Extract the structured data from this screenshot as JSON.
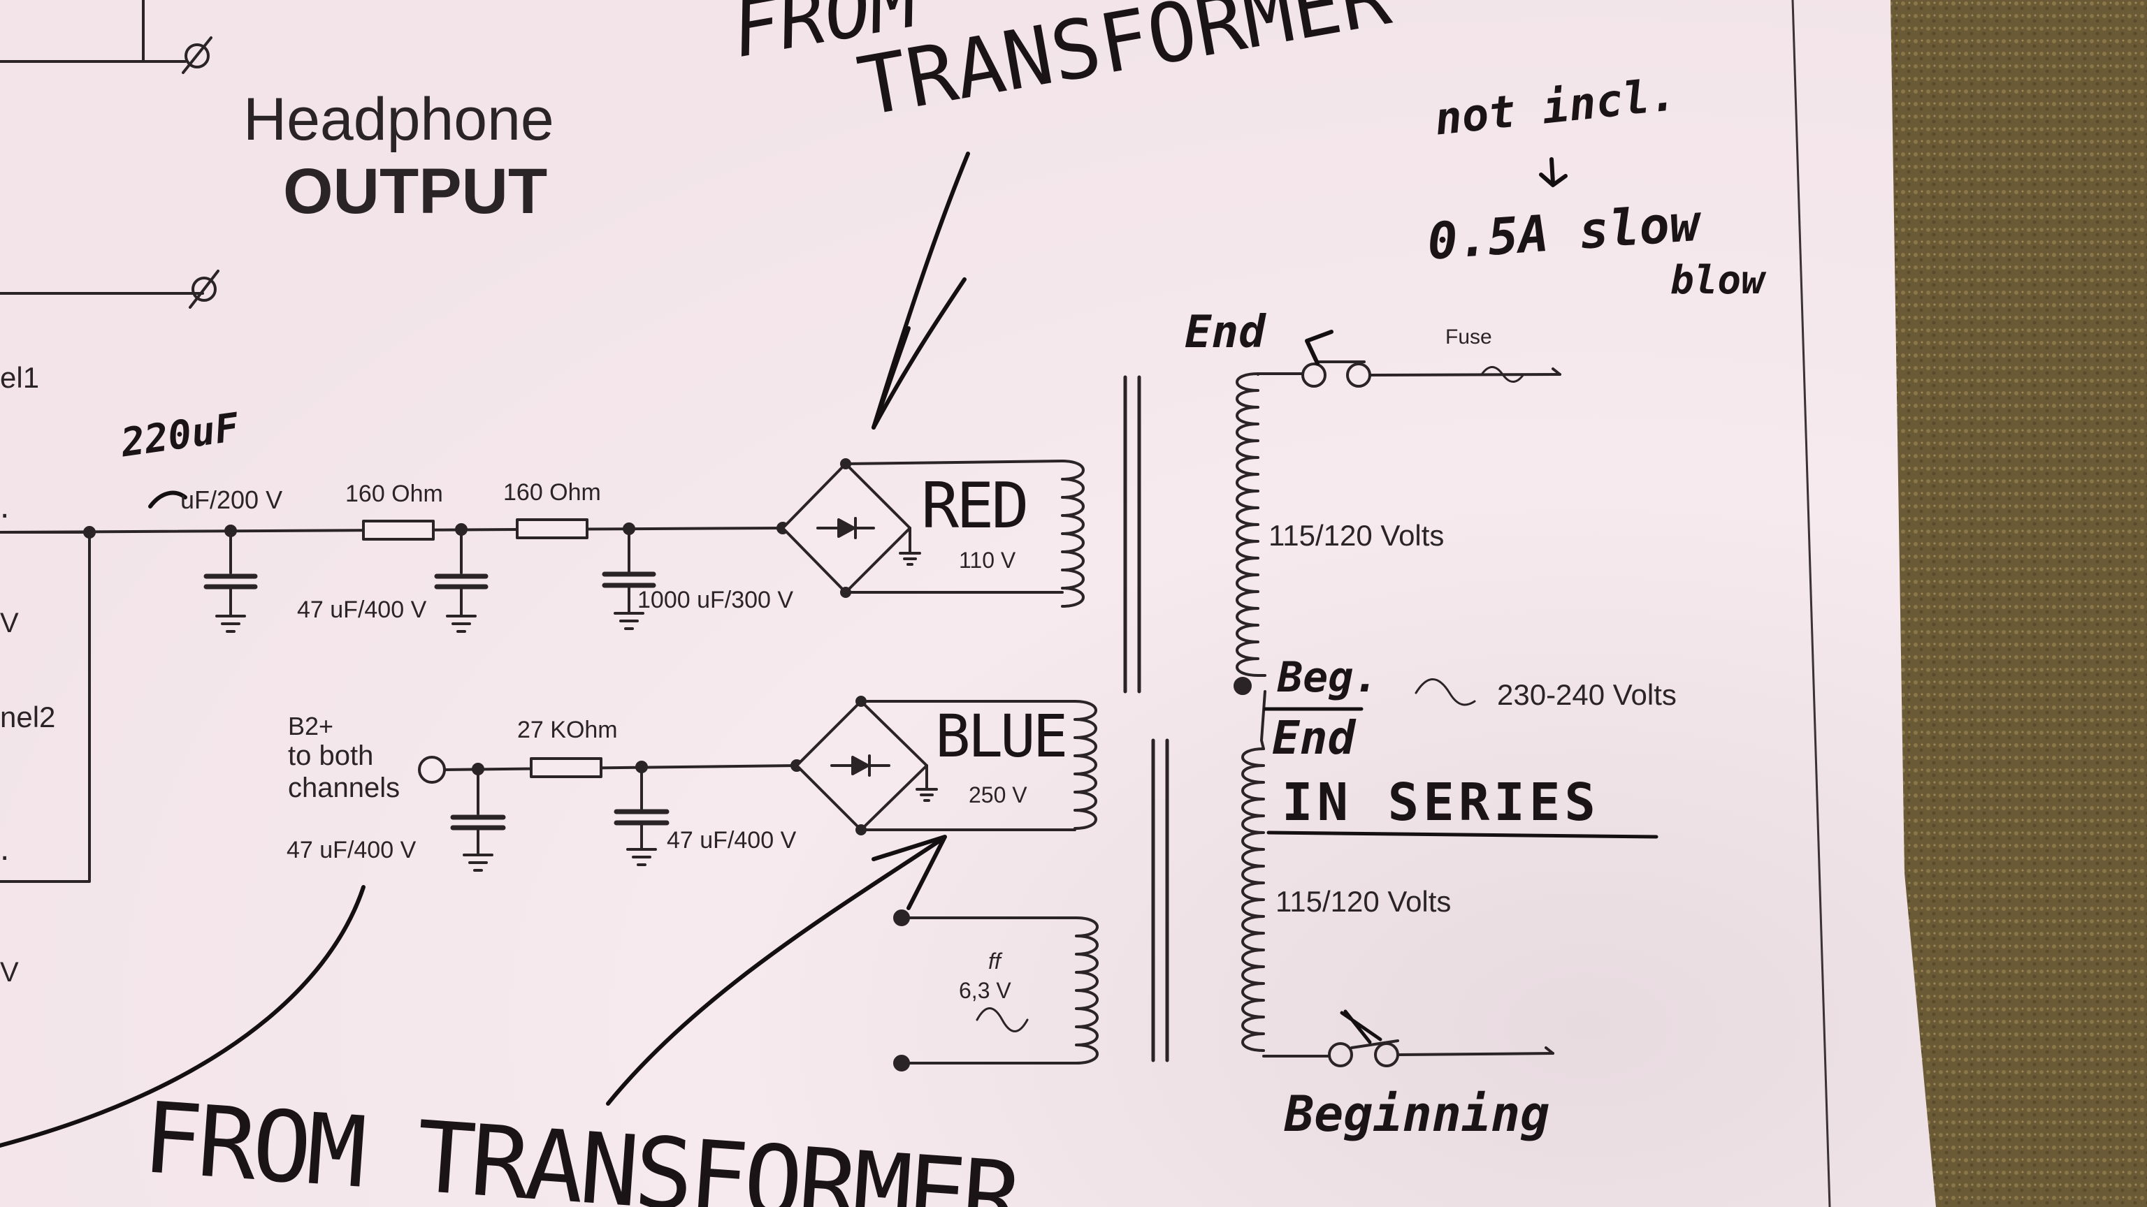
{
  "printed": {
    "title_line1": "Headphone",
    "title_line2": "OUTPUT",
    "frag_el1": "el1",
    "frag_v1": "V",
    "frag_el2": "nel2",
    "frag_dot1": ".",
    "frag_dot2": ".",
    "frag_v2": "V",
    "cap_main": "uF/200  V",
    "res1": "160 Ohm",
    "res2": "160 Ohm",
    "cap2": "47  uF/400  V",
    "cap3": "1000  uF/300  V",
    "sec1_voltage": "110  V",
    "b2_line1": "B2+",
    "b2_line2": "to both",
    "b2_line3": "channels",
    "res3": "27 KOhm",
    "cap4": "47  uF/400  V",
    "cap5": "47  uF/400  V",
    "sec2_voltage": "250  V",
    "heater_ff": "ff",
    "heater_voltage": "6,3  V",
    "primary_upper": "115/120  Volts",
    "primary_lower": "115/120  Volts",
    "mains_voltage": "230-240  Volts",
    "fuse": "Fuse"
  },
  "handwritten": {
    "top_from": "FROM",
    "top_transformer": "TRANSFORMER",
    "not_incl": "not incl.",
    "fuse_rating": "0.5A slow",
    "fuse_rating2": "blow",
    "end_top": "End",
    "cap_fix": "220uF",
    "red": "RED",
    "blue": "BLUE",
    "beg": "Beg.",
    "end_mid": "End",
    "in_series": "IN SERIES",
    "beginning": "Beginning",
    "bottom_from": "FROM TRANSFORMER"
  },
  "colors": {
    "paper": "#f6e8ec",
    "ink": "#2a2426",
    "pen": "#141012",
    "carpet": "#6b5a36"
  }
}
